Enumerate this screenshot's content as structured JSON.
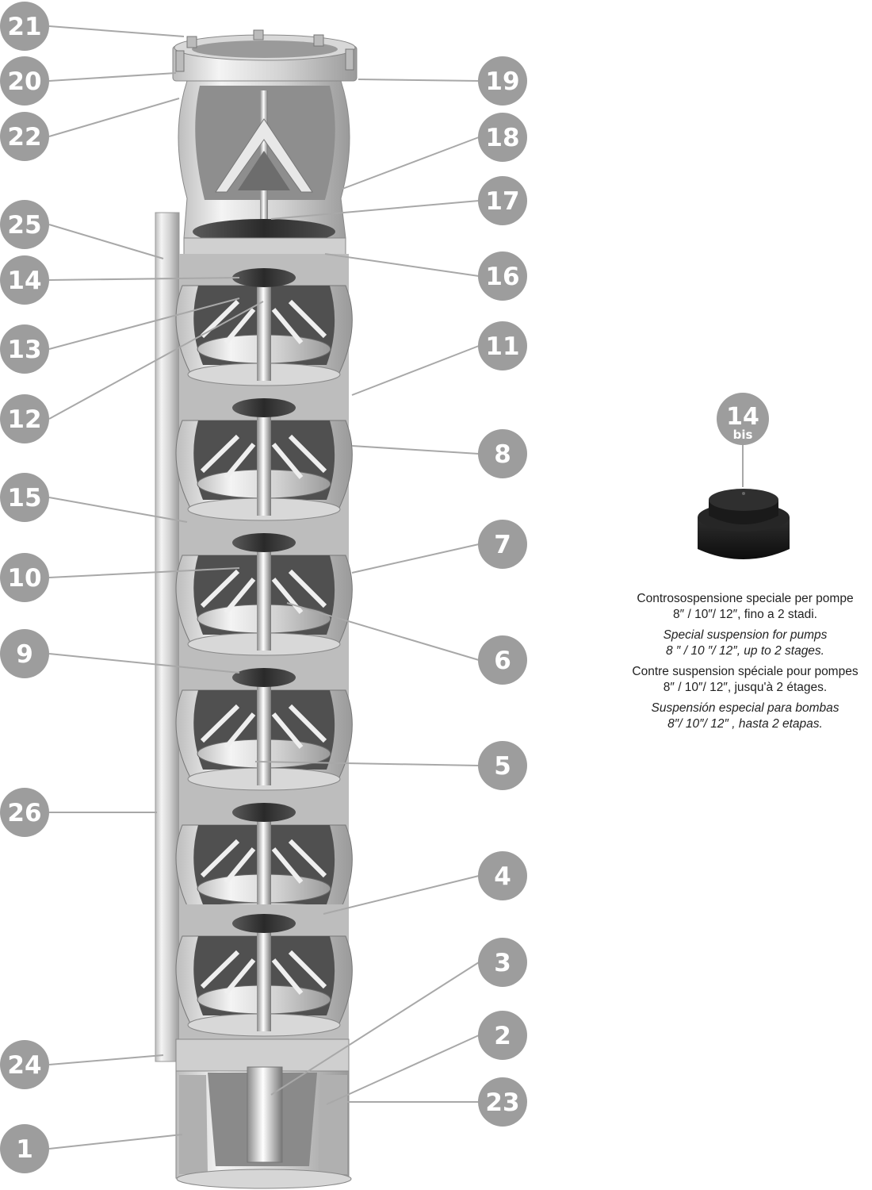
{
  "callouts": [
    {
      "num": "21",
      "side": "left"
    },
    {
      "num": "20",
      "side": "left"
    },
    {
      "num": "22",
      "side": "left"
    },
    {
      "num": "25",
      "side": "left"
    },
    {
      "num": "14",
      "side": "left"
    },
    {
      "num": "13",
      "side": "left"
    },
    {
      "num": "12",
      "side": "left"
    },
    {
      "num": "15",
      "side": "left"
    },
    {
      "num": "10",
      "side": "left"
    },
    {
      "num": "9",
      "side": "left"
    },
    {
      "num": "26",
      "side": "left"
    },
    {
      "num": "24",
      "side": "left"
    },
    {
      "num": "1",
      "side": "left"
    },
    {
      "num": "19",
      "side": "right"
    },
    {
      "num": "18",
      "side": "right"
    },
    {
      "num": "17",
      "side": "right"
    },
    {
      "num": "16",
      "side": "right"
    },
    {
      "num": "11",
      "side": "right"
    },
    {
      "num": "8",
      "side": "right"
    },
    {
      "num": "7",
      "side": "right"
    },
    {
      "num": "6",
      "side": "right"
    },
    {
      "num": "5",
      "side": "right"
    },
    {
      "num": "4",
      "side": "right"
    },
    {
      "num": "3",
      "side": "right"
    },
    {
      "num": "2",
      "side": "right"
    },
    {
      "num": "23",
      "side": "right"
    }
  ],
  "detail": {
    "badge_num": "14",
    "badge_sub": "bis",
    "lines": [
      {
        "text": "Controsospensione speciale per pompe",
        "italic": false
      },
      {
        "text": "8″ / 10″/ 12″, fino a 2 stadi.",
        "italic": false
      },
      {
        "text": "Special suspension for pumps",
        "italic": true
      },
      {
        "text": "8 ″ / 10 ″/ 12″, up to 2 stages.",
        "italic": true
      },
      {
        "text": "Contre suspension spéciale pour pompes",
        "italic": false
      },
      {
        "text": "8″ / 10″/ 12″, jusqu'à 2 étages.",
        "italic": false
      },
      {
        "text": "Suspensión especial para bombas",
        "italic": true
      },
      {
        "text": "8″/ 10″/ 12″ , hasta 2 etapas.",
        "italic": true
      }
    ]
  },
  "colors": {
    "badge": "#9d9d9d",
    "leader": "#9d9d9d",
    "metal_light": "#e6e6e6",
    "metal_dark": "#3a3a3a",
    "rubber": "#1e1e1e"
  }
}
